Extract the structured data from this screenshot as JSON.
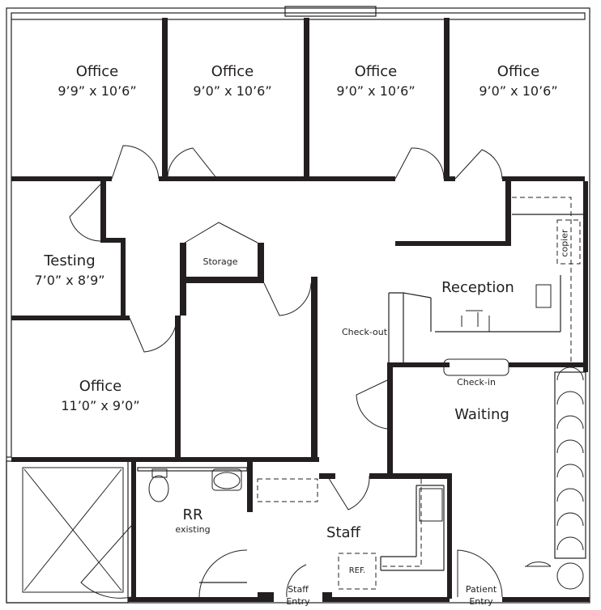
{
  "rooms": {
    "office1": {
      "name": "Office",
      "dims": "9’9” x 10’6”"
    },
    "office2": {
      "name": "Office",
      "dims": "9’0” x 10’6”"
    },
    "office3": {
      "name": "Office",
      "dims": "9’0” x 10’6”"
    },
    "office4": {
      "name": "Office",
      "dims": "9’0” x 10’6”"
    },
    "testing": {
      "name": "Testing",
      "dims": "7’0” x 8’9”"
    },
    "office5": {
      "name": "Office",
      "dims": "11’0” x 9’0”"
    },
    "storage": {
      "name": "Storage"
    },
    "reception": {
      "name": "Reception"
    },
    "waiting": {
      "name": "Waiting"
    },
    "rr": {
      "name": "RR",
      "note": "existing"
    },
    "staff": {
      "name": "Staff"
    }
  },
  "fixtures": {
    "copier": "copier",
    "checkout": "Check-out",
    "checkin": "Check-in",
    "ref": "REF."
  },
  "entries": {
    "staff_line1": "Staff",
    "staff_line2": "Entry",
    "patient_line1": "Patient",
    "patient_line2": "Entry"
  },
  "colors": {
    "wall": "#231f20",
    "background": "#ffffff"
  }
}
